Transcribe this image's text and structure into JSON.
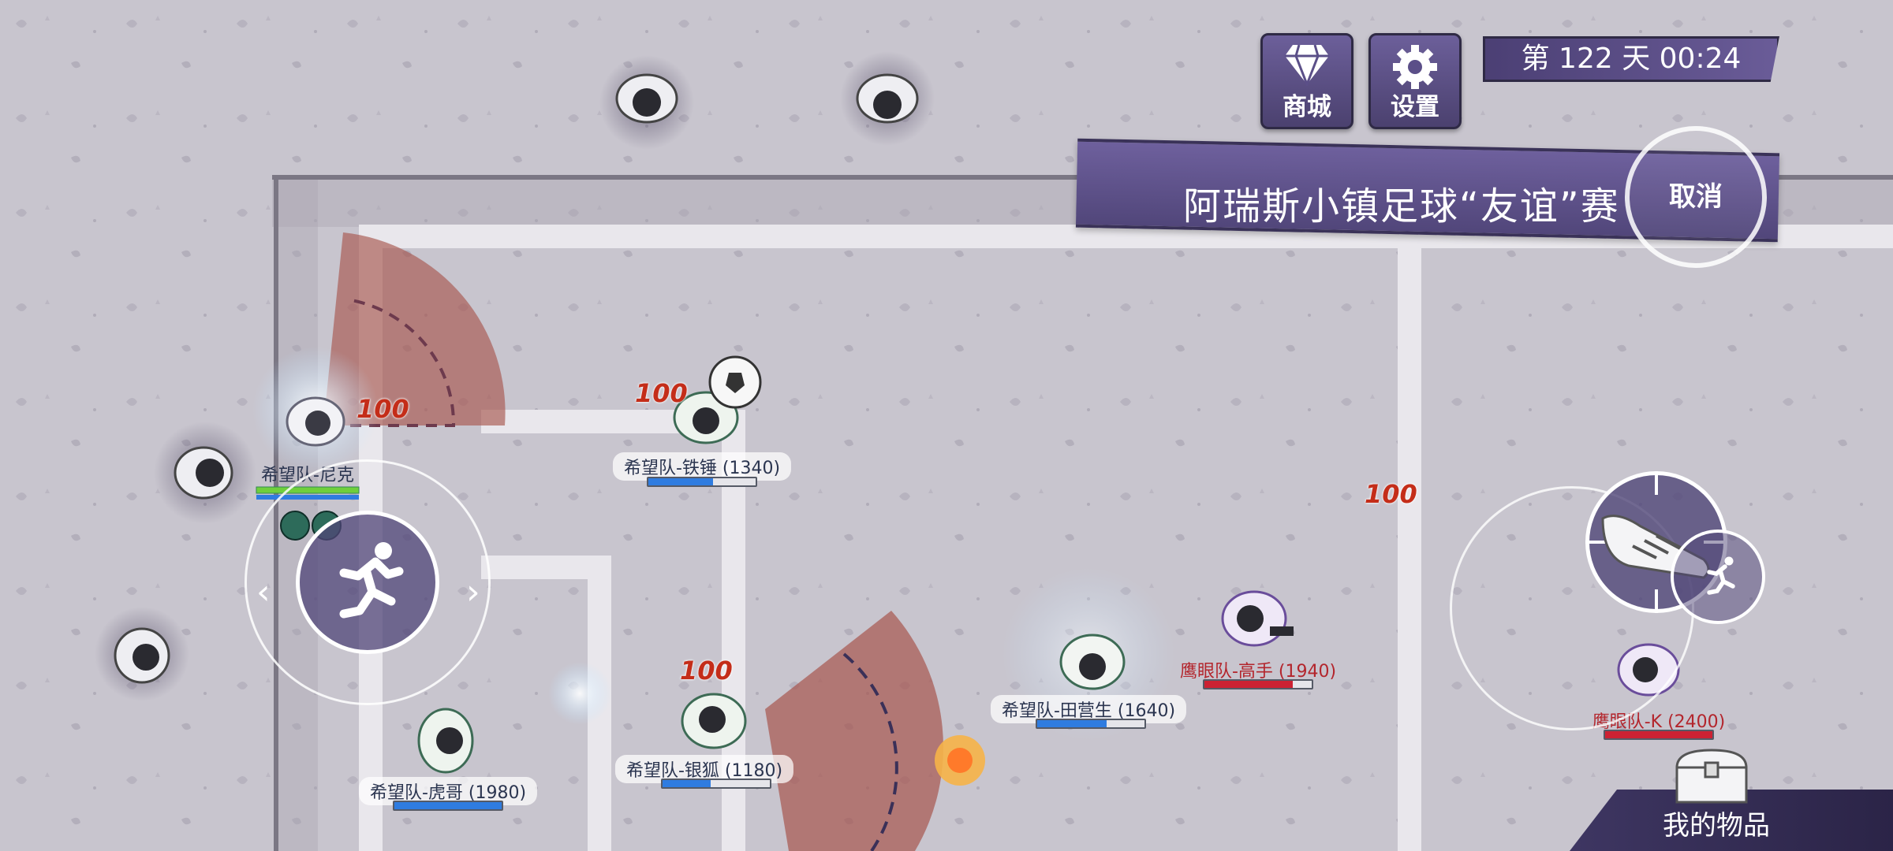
{
  "hud": {
    "shop_label": "商城",
    "settings_label": "设置",
    "day_time": "第 122 天   00:24",
    "match_title": "阿瑞斯小镇足球“友谊”赛",
    "cancel_label": "取消",
    "inventory_label": "我的物品"
  },
  "players": [
    {
      "label": "希望队-尼克",
      "health": 1.0
    },
    {
      "label": "希望队-铁锤 (1340)",
      "health": 0.6
    },
    {
      "label": "希望队-虎哥 (1980)",
      "health": 1.0
    },
    {
      "label": "希望队-银狐 (1180)",
      "health": 0.45
    },
    {
      "label": "希望队-田营生 (1640)",
      "health": 0.65
    },
    {
      "label": "鹰眼队-高手 (1940)",
      "health": 0.82
    },
    {
      "label": "鹰眼队-K (2400)",
      "health": 1.0
    }
  ],
  "damage_numbers": [
    "100",
    "100",
    "100",
    "100"
  ],
  "icons": {
    "shop": "diamond-icon",
    "settings": "gear-icon",
    "sprint": "running-man-icon",
    "kick": "boot-icon",
    "inventory": "chest-icon"
  },
  "colors": {
    "hud_purple": "#5b4f88",
    "ally_bar": "#2f7ce0",
    "enemy_bar": "#cc2233",
    "ally_health": "#6fcf3c",
    "damage": "#c42d19"
  }
}
